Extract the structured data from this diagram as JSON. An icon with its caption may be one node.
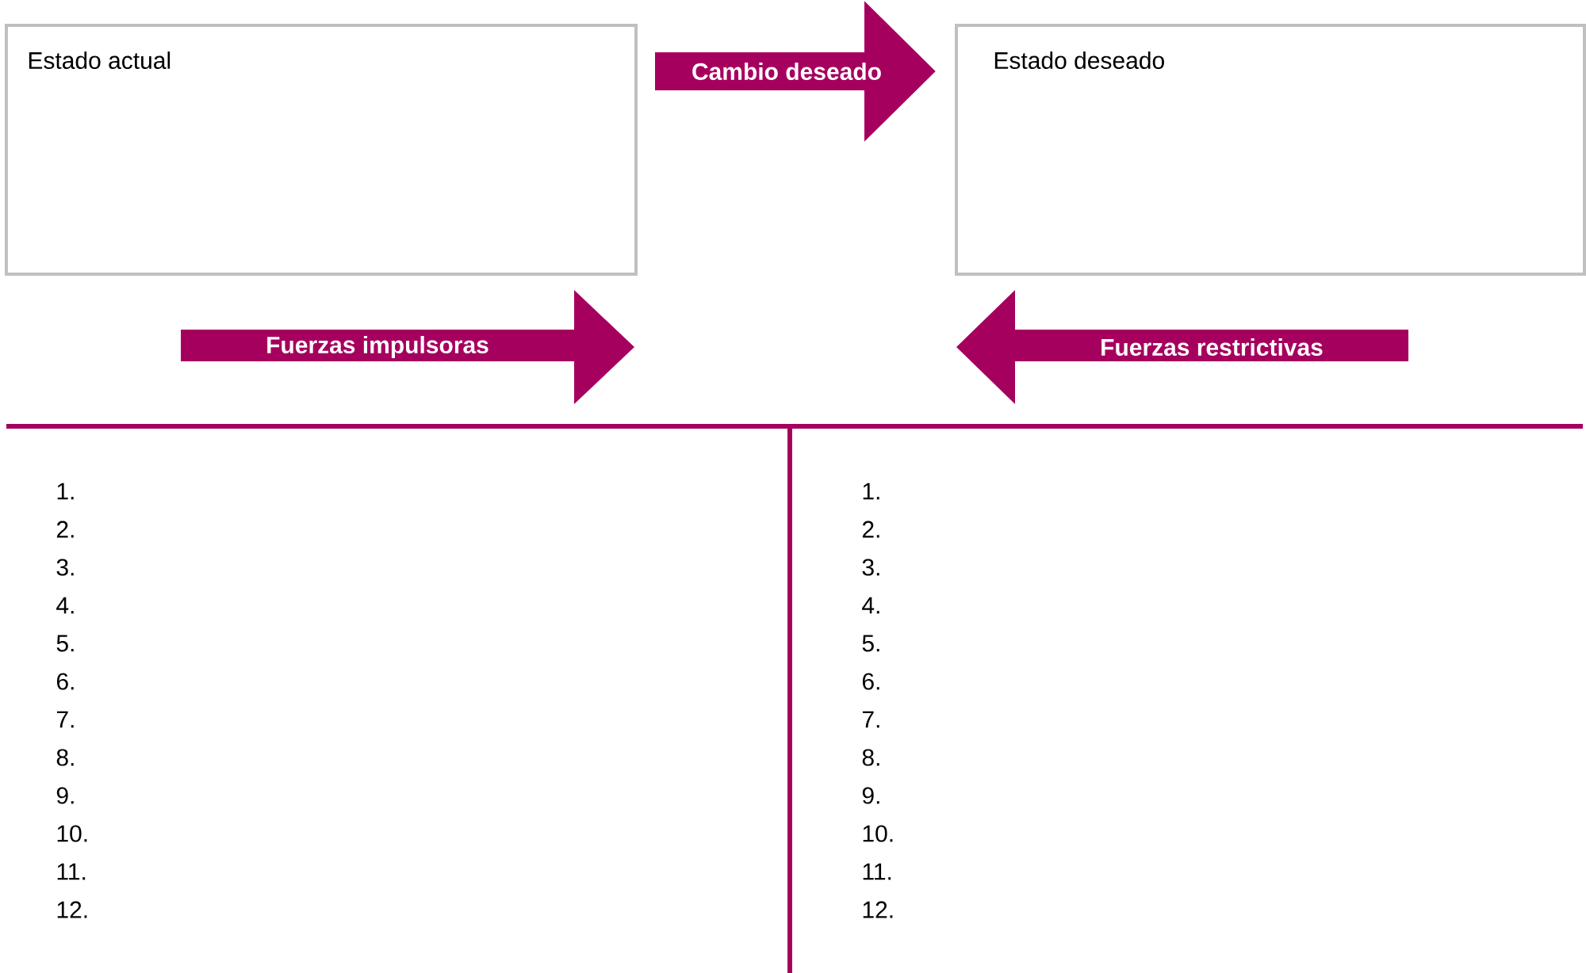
{
  "diagram": {
    "nodes": [
      {
        "text": [
          "Estado actual"
        ]
      },
      {
        "text": [
          "Estado deseado"
        ]
      },
      {
        "text": [
          "Fuerzas impulsoras"
        ]
      },
      {
        "text": [
          "Fuerzas restrictivas"
        ]
      }
    ],
    "edges": [
      {
        "from": 0,
        "to": 1,
        "arrow": "to",
        "label": "Cambio deseado"
      }
    ],
    "labels": [
      "1.",
      "2.",
      "3.",
      "4.",
      "5.",
      "6.",
      "7.",
      "8.",
      "9.",
      "10.",
      "11.",
      "12.",
      "1.",
      "2.",
      "3.",
      "4.",
      "5.",
      "6.",
      "7.",
      "8.",
      "9.",
      "10.",
      "11.",
      "12."
    ]
  }
}
